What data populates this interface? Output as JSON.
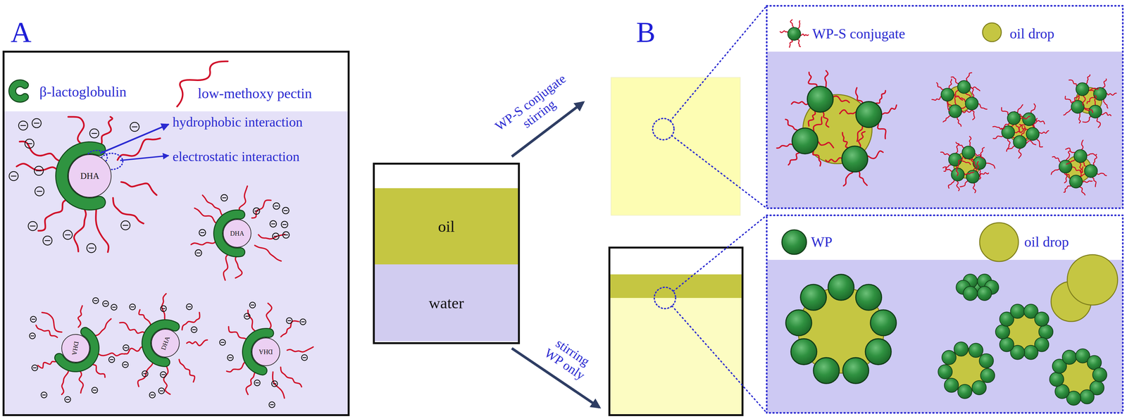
{
  "diagram": {
    "nodes": [
      {
        "text": [
          "DHA"
        ]
      },
      {
        "text": [
          "DHA"
        ]
      },
      {
        "text": [
          "DHA"
        ]
      },
      {
        "text": [
          "DHA"
        ]
      },
      {
        "text": [
          "DHA"
        ]
      },
      {
        "text": [
          "oil"
        ]
      },
      {
        "text": [
          "water"
        ]
      }
    ],
    "labels": [
      "A",
      "hydrophobic interaction",
      "electrostatic interaction",
      "WP-S conjugate stirring",
      "B",
      "stirring WP only"
    ],
    "legend": [
      {
        "text": "β-lactoglobulin"
      },
      {
        "text": "low-methoxy pectin"
      },
      {
        "text": "WP-S conjugate"
      },
      {
        "text": "oil drop",
        "color": "#c5c642"
      },
      {
        "text": "WP"
      },
      {
        "text": "oil drop",
        "color": "#c5c642"
      }
    ]
  }
}
